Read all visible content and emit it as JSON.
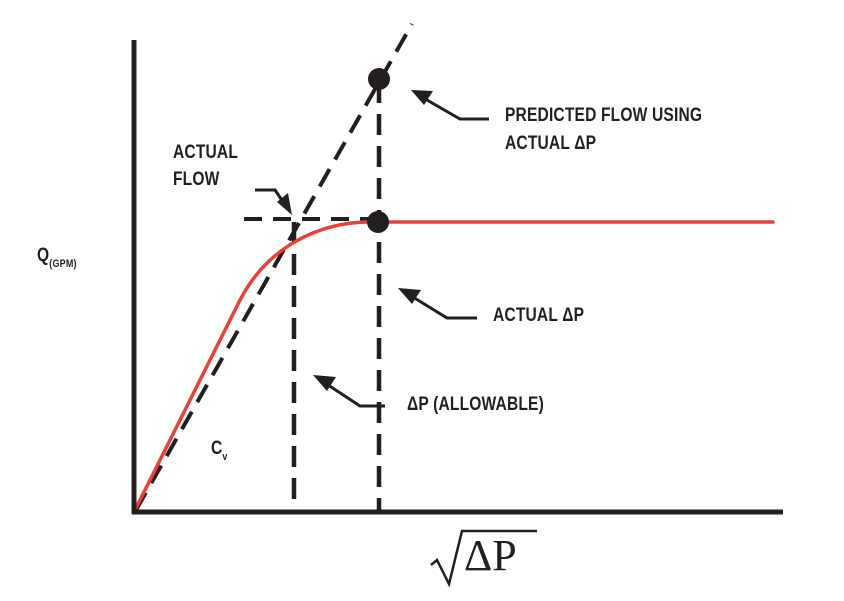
{
  "diagram": {
    "title": "",
    "colors": {
      "axis": "#231f20",
      "curve": "#e8413a",
      "dashed": "#231f20",
      "text": "#231f20"
    },
    "axes": {
      "y_label_main": "Q",
      "y_label_sub": "(GPM)",
      "x_label": "ΔP",
      "x_label_radical": "√"
    },
    "annotations": {
      "actual_flow": [
        "ACTUAL",
        "FLOW"
      ],
      "predicted_flow": [
        "PREDICTED FLOW USING",
        "ACTUAL ΔP"
      ],
      "actual_dp": "ACTUAL ΔP",
      "dp_allowable": "ΔP (ALLOWABLE)",
      "cv_main": "C",
      "cv_sub": "v"
    }
  },
  "chart_data": {
    "type": "line",
    "title": "",
    "xlabel": "√ΔP",
    "ylabel": "Q (GPM)",
    "series": [
      {
        "name": "Actual flow curve (choked)",
        "style": "solid red",
        "description": "Linear rise with slope Cv from origin, bends and plateaus at actual (choked) flow"
      },
      {
        "name": "Predicted flow (Cv line)",
        "style": "dashed black",
        "description": "Straight line from origin with slope Cv extended beyond choke point"
      }
    ],
    "points": [
      {
        "label": "Predicted flow using actual ΔP",
        "x": "√(actual ΔP)",
        "y": "predicted Q"
      },
      {
        "label": "Actual flow at actual ΔP",
        "x": "√(actual ΔP)",
        "y": "actual Q (plateau)"
      }
    ],
    "reference_lines": [
      {
        "type": "vertical",
        "label": "ΔP (ALLOWABLE)"
      },
      {
        "type": "vertical",
        "label": "ACTUAL ΔP"
      },
      {
        "type": "horizontal",
        "label": "ACTUAL FLOW"
      }
    ],
    "grid": false,
    "legend": null
  }
}
